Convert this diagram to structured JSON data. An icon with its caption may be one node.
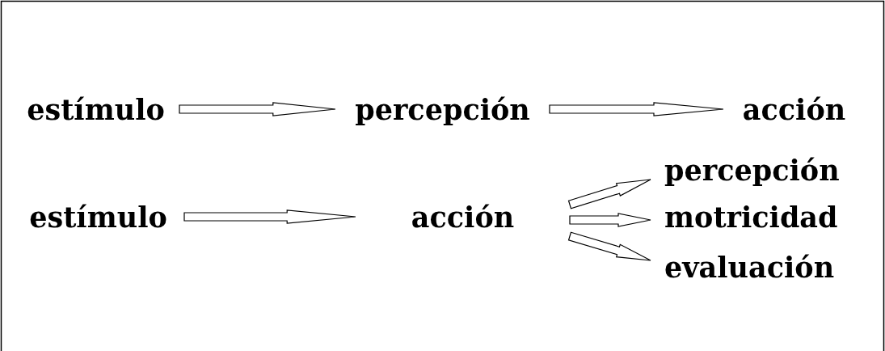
{
  "diagram": {
    "nodes": [
      {
        "text": [
          "estímulo"
        ]
      },
      {
        "text": [
          "percepción"
        ]
      },
      {
        "text": [
          "acción"
        ]
      },
      {
        "text": [
          "estímulo"
        ]
      },
      {
        "text": [
          "acción"
        ]
      },
      {
        "text": [
          "percepción"
        ]
      },
      {
        "text": [
          "motricidad"
        ]
      },
      {
        "text": [
          "evaluación"
        ]
      }
    ],
    "edges": [
      {
        "from": 0,
        "to": 1,
        "arrow": "to"
      },
      {
        "from": 1,
        "to": 2,
        "arrow": "to"
      },
      {
        "from": 3,
        "to": 4,
        "arrow": "to"
      },
      {
        "from": 4,
        "to": 5,
        "arrow": "to"
      },
      {
        "from": 4,
        "to": 6,
        "arrow": "to"
      },
      {
        "from": 4,
        "to": 7,
        "arrow": "to"
      }
    ]
  }
}
